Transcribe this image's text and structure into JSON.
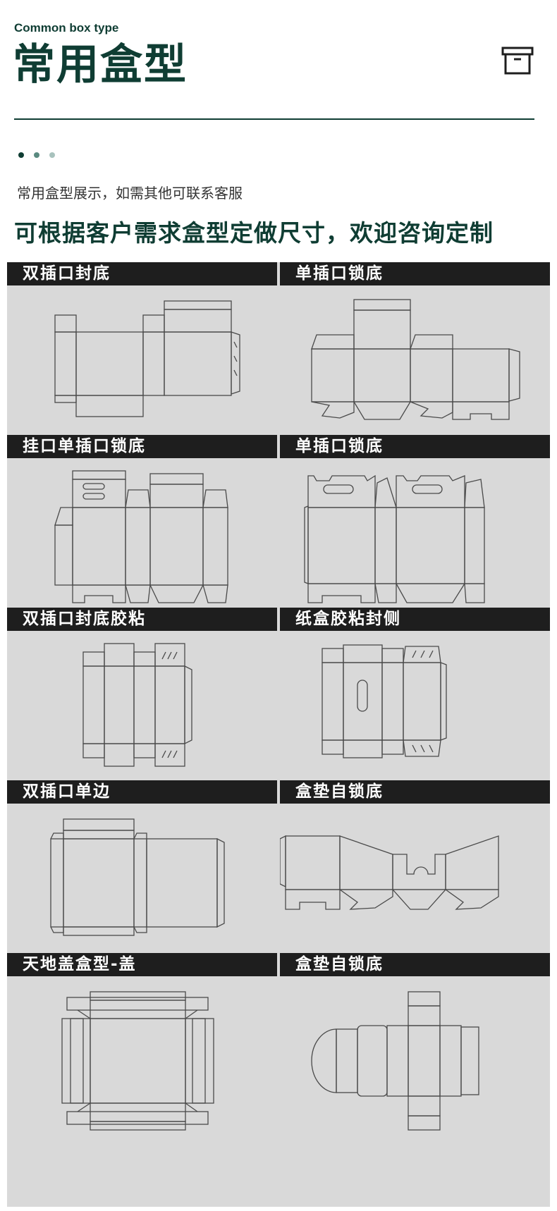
{
  "header": {
    "subtitle_en": "Common box type",
    "title_cn": "常用盒型",
    "icon": "box-icon"
  },
  "dots_colors": [
    "#0f3d33",
    "#5a8a80",
    "#a8c2bd"
  ],
  "intro": {
    "line1": "常用盒型展示，如需其他可联系客服",
    "line2": "可根据客户需求盒型定做尺寸，欢迎咨询定制"
  },
  "boxes": [
    {
      "label": "双插口封底"
    },
    {
      "label": "单插口锁底"
    },
    {
      "label": "挂口单插口锁底"
    },
    {
      "label": "单插口锁底"
    },
    {
      "label": "双插口封底胶粘"
    },
    {
      "label": "纸盒胶粘封侧"
    },
    {
      "label": "双插口单边"
    },
    {
      "label": "盒垫自锁底"
    },
    {
      "label": "天地盖盒型-盖"
    },
    {
      "label": "盒垫自锁底"
    }
  ],
  "colors": {
    "primary": "#0f3d33",
    "header_bar": "#1e1e1e",
    "panel_bg": "#d9d9d9"
  }
}
